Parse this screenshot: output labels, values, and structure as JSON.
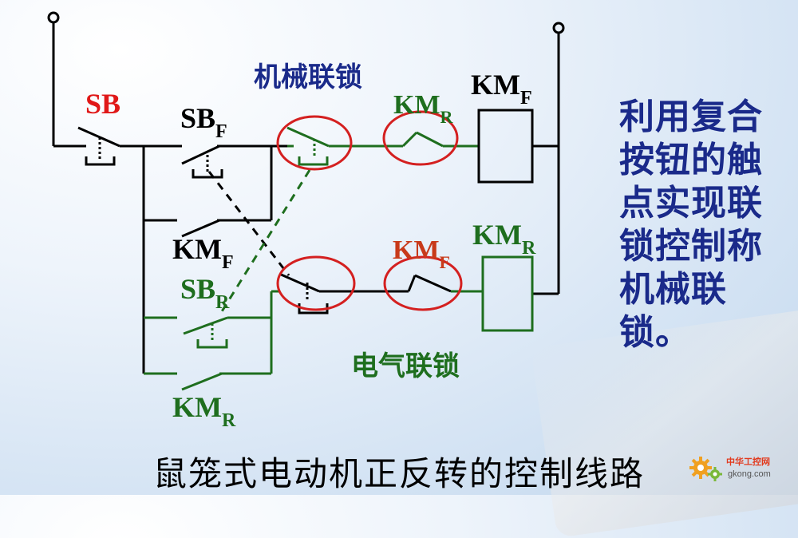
{
  "labels": {
    "sb": "SB",
    "sbf_main": "SB",
    "sbf_sub": "F",
    "kmr_top_main": "KM",
    "kmr_top_sub": "R",
    "kmf_coil_main": "KM",
    "kmf_coil_sub": "F",
    "kmf_hold_main": "KM",
    "kmf_hold_sub": "F",
    "sbr_main": "SB",
    "sbr_sub": "R",
    "kmf_mid_main": "KM",
    "kmf_mid_sub": "F",
    "kmr_coil_main": "KM",
    "kmr_coil_sub": "R",
    "kmr_hold_main": "KM",
    "kmr_hold_sub": "R",
    "mechanical_interlock": "机械联锁",
    "electrical_interlock": "电气联锁"
  },
  "side_text": [
    "利用复合",
    "按钮的触",
    "点实现联",
    "锁控制称",
    "机械联",
    "锁。"
  ],
  "caption": "鼠笼式电动机正反转的控制线路",
  "watermark": {
    "title": "中华工控网",
    "url": "gkong.com"
  },
  "colors": {
    "black_wire": "#000000",
    "green_wire": "#1e6e1e",
    "red_ellipse": "#d42020",
    "label_red": "#e01818",
    "label_navy": "#1a2a8a",
    "label_orange_red": "#c83a1a"
  }
}
